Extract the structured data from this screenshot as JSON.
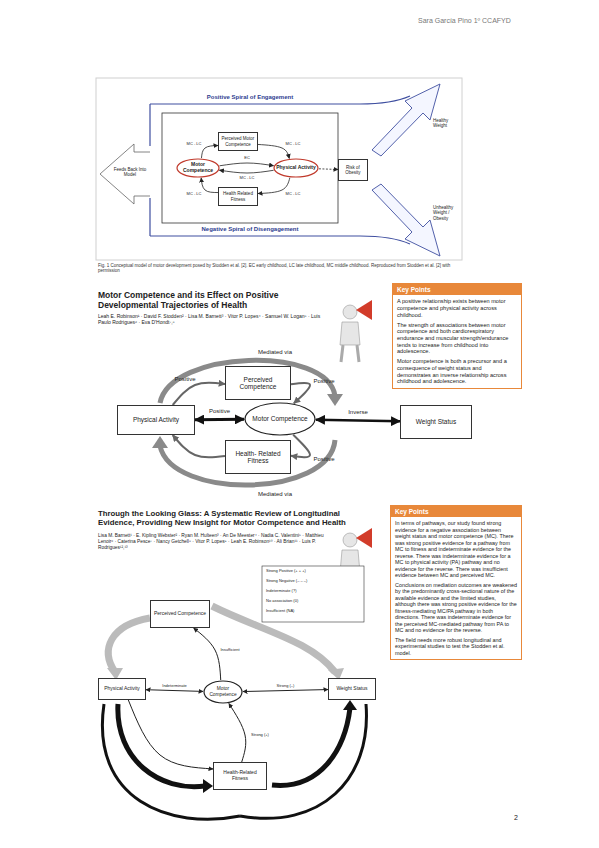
{
  "diagram": {
    "caption": "Fig. 1 Conceptual model of motor development posed by Stodden et al. [2]. EC early childhood, LC late childhood, MC middle childhood. Reproduced from Stodden et al. [2] with permission",
    "nodes": [
      {
        "text": [
          "Perceived Motor Competence"
        ]
      },
      {
        "text": [
          "Motor Competence"
        ]
      },
      {
        "text": [
          "Physical Activity"
        ]
      },
      {
        "text": [
          "Health Related Fitness"
        ]
      },
      {
        "text": [
          "Risk of Obesity"
        ]
      },
      {
        "text": [
          "Key Points",
          "A positive relationship exists between motor competence and physical activity across childhood.",
          "The strength of associations between motor competence and both cardiorespiratory endurance and muscular strength/endurance tends to increase from childhood into adolescence.",
          "Motor competence is both a precursor and a consequence of weight status and demonstrates an inverse relationship across childhood and adolescence."
        ]
      },
      {
        "text": [
          "Perceived Competence"
        ]
      },
      {
        "text": [
          "Physical Activity"
        ]
      },
      {
        "text": [
          "Motor Competence"
        ]
      },
      {
        "text": [
          "Weight Status"
        ]
      },
      {
        "text": [
          "Health- Related Fitness"
        ]
      },
      {
        "text": [
          "Key Points",
          "In terms of pathways, our study found strong evidence for a negative association between weight status and motor competence (MC). There was strong positive evidence for a pathway from MC to fitness and indeterminate evidence for the reverse. There was indeterminate evidence for a MC to physical activity (PA) pathway and no evidence for the reverse. There was insufficient evidence between MC and perceived MC.",
          "Conclusions on mediation outcomes are weakened by the predominantly cross-sectional nature of the available evidence and the limited studies, although there was strong positive evidence for the fitness-mediating MC/PA pathway in both directions. There was indeterminate evidence for the perceived MC-mediated pathway from PA to MC and no evidence for the reverse.",
          "The field needs more robust longitudinal and experimental studies to test the Stodden et al. model."
        ]
      },
      {
        "text": [
          "Perceived Competence"
        ]
      },
      {
        "text": [
          "Physical Activity"
        ]
      },
      {
        "text": [
          "Motor Competence"
        ]
      },
      {
        "text": [
          "Weight Status"
        ]
      },
      {
        "text": [
          "Health-Related Fitness"
        ]
      }
    ],
    "edges": [
      {
        "from": 1,
        "to": 2,
        "label": "EC",
        "arrow": "to"
      },
      {
        "from": 2,
        "to": 1,
        "label": "MC - LC",
        "arrow": "to"
      },
      {
        "from": 1,
        "to": 0,
        "label": "MC - LC",
        "arrow": "to"
      },
      {
        "from": 0,
        "to": 2,
        "label": "MC - LC",
        "arrow": "to"
      },
      {
        "from": 2,
        "to": 3,
        "label": "MC - LC",
        "arrow": "to"
      },
      {
        "from": 3,
        "to": 1,
        "label": "MC - LC",
        "arrow": "to"
      },
      {
        "from": 2,
        "to": 4,
        "arrow": "to"
      },
      {
        "from": 7,
        "to": 8,
        "label": "Positive",
        "arrow": "both"
      },
      {
        "from": 8,
        "to": 9,
        "label": "Inverse",
        "arrow": "both"
      },
      {
        "from": 7,
        "to": 6,
        "label": "Positive",
        "arrow": "to"
      },
      {
        "from": 6,
        "to": 8,
        "label": "Positive",
        "arrow": "to"
      },
      {
        "from": 8,
        "to": 10,
        "label": "Positive",
        "arrow": "to"
      },
      {
        "from": 10,
        "to": 7,
        "arrow": "to"
      },
      {
        "from": 13,
        "to": 14,
        "label": "Indeterminate",
        "arrow": "both"
      },
      {
        "from": 14,
        "to": 15,
        "label": "Strong (–)",
        "arrow": "both"
      },
      {
        "from": 14,
        "to": 12,
        "label": "Insufficient",
        "arrow": "to"
      },
      {
        "from": 13,
        "to": 16,
        "arrow": "to"
      },
      {
        "from": 16,
        "to": 14,
        "label": "Strong (+)",
        "arrow": "to"
      }
    ],
    "labels": [
      "Sara García Pino 1º CCAFYD",
      "Positive Spiral of Engagement",
      "Negative Spiral of Disengagement",
      "Feeds Back Into Model",
      "Healthy Weight",
      "Unhealthy Weight / Obesity",
      "Motor Competence and its Effect on Positive Developmental Trajectories of Health",
      "Leah E. Robinson¹ · David F. Stodden² · Lisa M. Barnett³ · Vitor P. Lopes⁴ · Samuel W. Logan⁵ · Luis Paulo Rodrigues⁶ · Eva D'Hondt⁷,⁸",
      "Mediated via",
      "Mediated via",
      "Through the Looking Glass: A Systematic Review of Longitudinal Evidence, Providing New Insight for Motor Competence and Health",
      "Lisa M. Barnett¹ · E. Kipling Webster² · Ryan M. Hulteen³ · An De Meester⁴ · Nadia C. Valentini⁵ · Matthieu Lenoir⁶ · Caterina Pesce⁷ · Nancy Getchell⁸ · Vitor P. Lopes⁹ · Leah E. Robinson¹⁰ · Ali Brian¹¹ · Luis P. Rodrigues¹²,¹³",
      "Strong Positive (+ + +)",
      "Strong Negative (– – –)",
      "Indeterminate (?)",
      "No association (0)",
      "Insufficient (NA)",
      "2"
    ]
  }
}
